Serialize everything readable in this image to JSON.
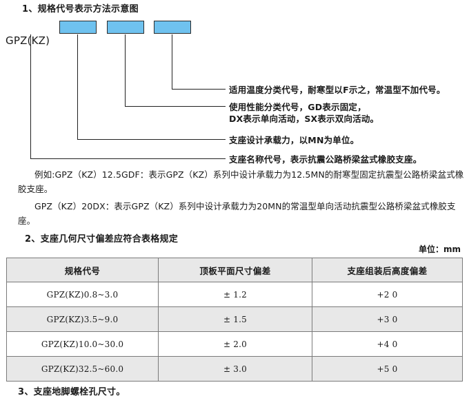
{
  "headings": {
    "section1": "1、规格代号表示方法示意图",
    "section2": "2、支座几何尺寸偏差应符合表格规定",
    "section3": "3、支座地脚螺栓孔尺寸。"
  },
  "diagram": {
    "code_label": "GPZ(KZ)",
    "box_color": "#6fc2ef",
    "boxes": [
      {
        "name": "capacity-box",
        "label": ""
      },
      {
        "name": "performance-box",
        "label": ""
      },
      {
        "name": "temperature-box",
        "label": ""
      }
    ],
    "annotations": [
      {
        "key": "temperature",
        "text": "适用温度分类代号，耐寒型以F示之，常温型不加代号。"
      },
      {
        "key": "performance",
        "text": "使用性能分类代号，GD表示固定，\nDX表示单向活动，SX表示双向活动。"
      },
      {
        "key": "capacity",
        "text": "支座设计承载力，以MN为单位。"
      },
      {
        "key": "name",
        "text": "支座名称代号，表示抗震公路桥梁盆式橡胶支座。"
      }
    ]
  },
  "paragraphs": {
    "example1": "例如:GPZ（KZ）12.5GDF：表示GPZ（KZ）系列中设计承载力为12.5MN的耐寒型固定抗震型公路桥梁盆式橡胶支座。",
    "example2": "GPZ（KZ）20DX：表示GPZ（KZ）系列中设计承载力为20MN的常温型单向活动抗震型公路桥梁盆式橡胶支座。"
  },
  "unit_note": "单位：mm",
  "table": {
    "columns": [
      "规格代号",
      "顶板平面尺寸偏差",
      "支座组装后高度偏差"
    ],
    "rows": [
      [
        "GPZ(KZ)0.8~3.0",
        "± 1.2",
        "+2  0"
      ],
      [
        "GPZ(KZ)3.5~9.0",
        "± 1.5",
        "+3  0"
      ],
      [
        "GPZ(KZ)10.0~30.0",
        "± 2.0",
        "+4  0"
      ],
      [
        "GPZ(KZ)32.5~60.0",
        "± 3.0",
        "+5  0"
      ]
    ]
  }
}
